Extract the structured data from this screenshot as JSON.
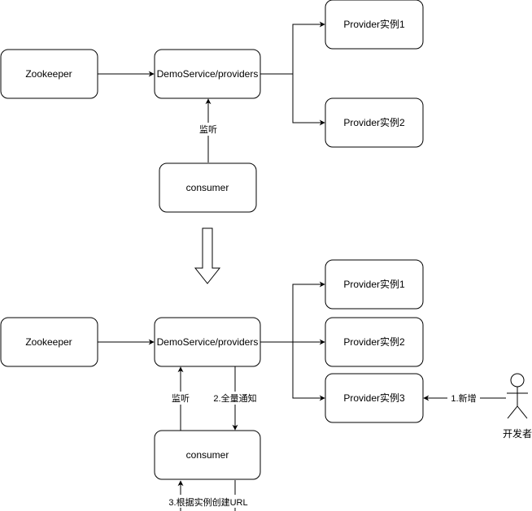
{
  "nodes": {
    "zookeeper_top": "Zookeeper",
    "demoservice_top": "DemoService/providers",
    "provider1_top": "Provider实例1",
    "provider2_top": "Provider实例2",
    "consumer_top": "consumer",
    "zookeeper_bottom": "Zookeeper",
    "demoservice_bottom": "DemoService/providers",
    "provider1_bottom": "Provider实例1",
    "provider2_bottom": "Provider实例2",
    "provider3_bottom": "Provider实例3",
    "consumer_bottom": "consumer",
    "developer": "开发者"
  },
  "edge_labels": {
    "listen_top": "监听",
    "listen_bottom": "监听",
    "full_notify": "2.全量通知",
    "create_url": "3.根据实例创建URL",
    "add_new": "1.新增"
  }
}
